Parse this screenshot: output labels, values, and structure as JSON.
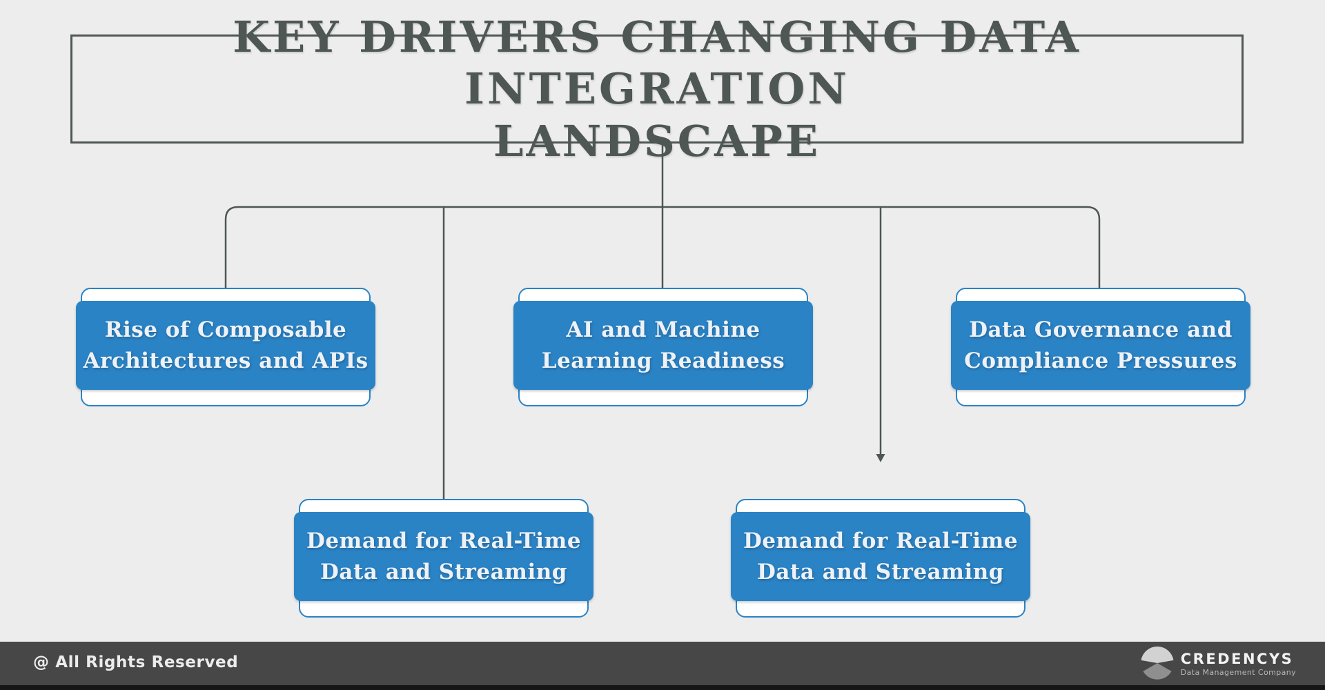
{
  "page": {
    "background_color": "#ededed",
    "accent_blue": "#2a83c5",
    "line_color": "#4e5753",
    "footer_bg": "#474747"
  },
  "title": {
    "text": "KEY DRIVERS CHANGING DATA INTEGRATION\nLANDSCAPE"
  },
  "boxes": [
    {
      "id": "rise-of-composable-architectures",
      "label": "Rise of Composable\nArchitectures and APIs"
    },
    {
      "id": "ai-machine-learning-readiness",
      "label": "AI and Machine\nLearning Readiness"
    },
    {
      "id": "data-governance-compliance",
      "label": "Data Governance and\nCompliance Pressures"
    },
    {
      "id": "real-time-data-streaming-left",
      "label": "Demand for Real-Time\nData and Streaming"
    },
    {
      "id": "real-time-data-streaming-right",
      "label": "Demand for Real-Time\nData and Streaming"
    }
  ],
  "footer": {
    "copyright": "@ All Rights Reserved",
    "brand": "CREDENCYS",
    "tagline": "Data Management Company"
  }
}
